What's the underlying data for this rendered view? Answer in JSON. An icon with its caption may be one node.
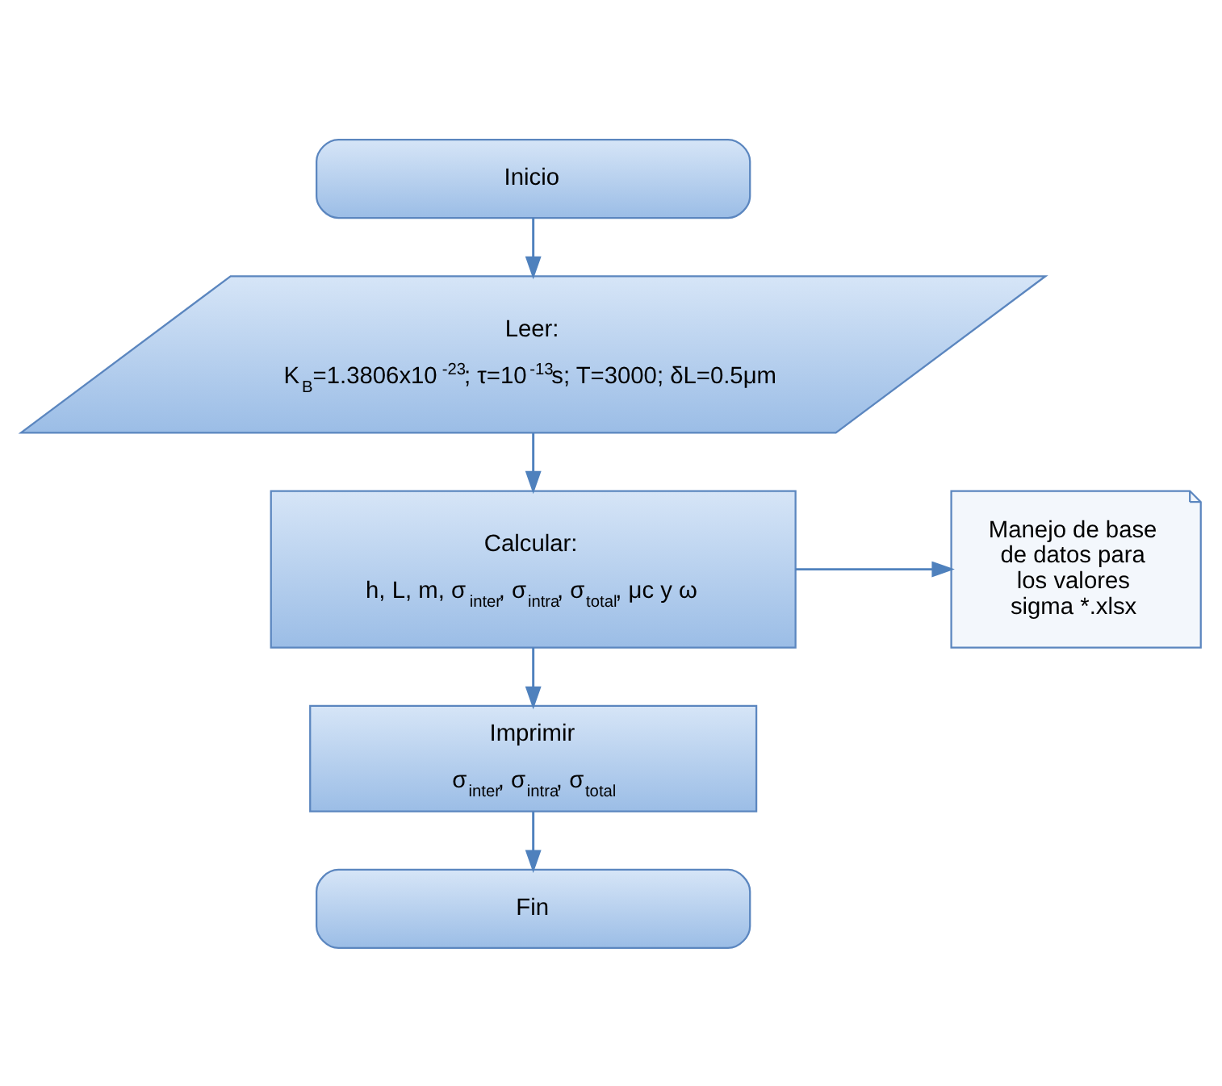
{
  "diagram": {
    "nodes": [
      {
        "text": [
          "Inicio"
        ]
      },
      {
        "text": [
          "Leer:",
          "K$_{B}$=1.3806x10$^{-23}$; τ=10$^{-13}$s; T=3000; δL=0.5μm"
        ]
      },
      {
        "text": [
          "Calcular:",
          "h, L, m, σ$_{inter}$, σ$_{intra}$, σ$_{total}$, μc y ω"
        ]
      },
      {
        "text": [
          "Manejo de base de datos para los valores sigma *.xlsx"
        ]
      },
      {
        "text": [
          "Imprimir",
          "σ$_{inter}$, σ$_{intra}$, σ$_{total}$"
        ]
      },
      {
        "text": [
          "Fin"
        ]
      }
    ],
    "edges": [
      {
        "from": 0,
        "to": 1,
        "arrow": "to"
      },
      {
        "from": 1,
        "to": 2,
        "arrow": "to"
      },
      {
        "from": 2,
        "to": 3,
        "arrow": "to"
      },
      {
        "from": 2,
        "to": 4,
        "arrow": "to"
      },
      {
        "from": 4,
        "to": 5,
        "arrow": "to"
      }
    ]
  }
}
